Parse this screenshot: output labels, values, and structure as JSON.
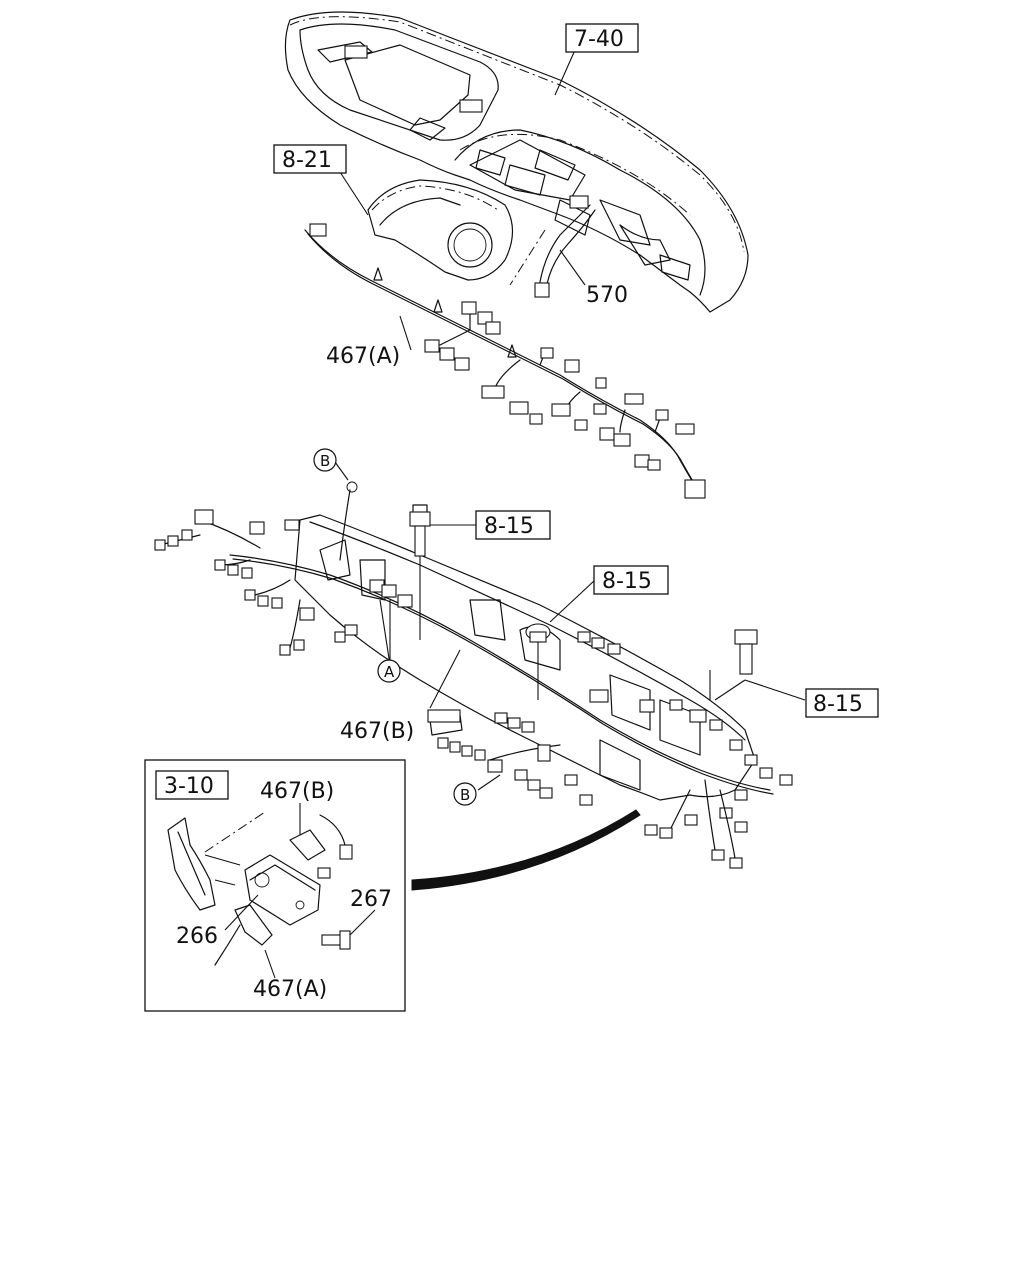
{
  "refs": {
    "r740": "7-40",
    "r821": "8-21",
    "r815a": "8-15",
    "r815b": "8-15",
    "r815c": "8-15",
    "r310": "3-10"
  },
  "parts": {
    "p570": "570",
    "p467a_top": "467(A)",
    "p467b_mid": "467(B)",
    "p467b_inset": "467(B)",
    "p467a_inset": "467(A)",
    "p266": "266",
    "p267": "267"
  },
  "markers": {
    "b_top": "B",
    "a_mid": "A",
    "b_bottom": "B"
  }
}
